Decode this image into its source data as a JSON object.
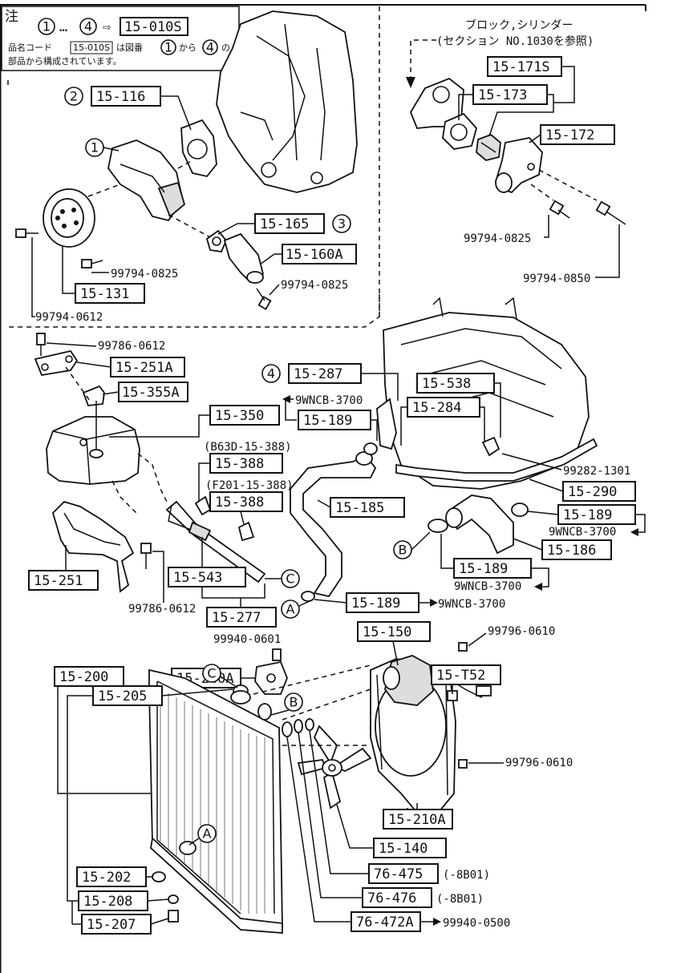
{
  "note": {
    "heading": "注",
    "range_start": "1",
    "range_end": "4",
    "range_sep": "…",
    "arrow": "⇨",
    "kit_code": "15-010S",
    "line2": "品名コード",
    "line2_code": "15-010S",
    "line2_tail_a": "は図番",
    "line2_tail_b": "から",
    "line2_tail_c": "の",
    "line3": "部品から構成されています。"
  },
  "block_ref": {
    "line1": "ブロック,シリンダー",
    "line2": "(セクション NO.1030を参照)"
  },
  "parts": {
    "p15_171S": "15-171S",
    "p15_173": "15-173",
    "p15_172": "15-172",
    "p15_116": "15-116",
    "p15_165": "15-165",
    "p15_160A": "15-160A",
    "p15_131": "15-131",
    "p15_251A": "15-251A",
    "p15_355A": "15-355A",
    "p15_350": "15-350",
    "p15_189a": "15-189",
    "p15_287": "15-287",
    "p15_538": "15-538",
    "p15_284": "15-284",
    "p15_290": "15-290",
    "p15_189b": "15-189",
    "p15_186": "15-186",
    "p15_189c": "15-189",
    "p15_189d": "15-189",
    "p15_185": "15-185",
    "p15_388a": "15-388",
    "p15_388b": "15-388",
    "p15_543": "15-543",
    "p15_277": "15-277",
    "p15_251": "15-251",
    "p15_150": "15-150",
    "p15_T52": "15-T52",
    "p15_240A": "15-240A",
    "p15_200": "15-200",
    "p15_205": "15-205",
    "p15_210A": "15-210A",
    "p15_140": "15-140",
    "p76_475": "76-475",
    "p76_476": "76-476",
    "p76_472A": "76-472A",
    "p15_202": "15-202",
    "p15_208": "15-208",
    "p15_207": "15-207"
  },
  "plain": {
    "b0825_a": "99794-0825",
    "b0825_b": "99794-0825",
    "b0612_a": "99794-0612",
    "b0825_c": "99794-0825",
    "b0850": "99794-0850",
    "b786_0612_a": "99786-0612",
    "b786_0612_b": "99786-0612",
    "clamp_3700_a": "9WNCB-3700",
    "clamp_3700_b": "9WNCB-3700",
    "clamp_3700_c": "9WNCB-3700",
    "clamp_3700_d": "9WNCB-3700",
    "b282_1301": "99282-1301",
    "ref_b63d": "(B63D-15-388)",
    "ref_f201": "(F201-15-388)",
    "b940_0601": "99940-0601",
    "b796_0610_a": "99796-0610",
    "b796_0610_b": "99796-0610",
    "b940_0500": "99940-0500",
    "suffix_8b01_a": "(-8B01)",
    "suffix_8b01_b": "(-8B01)"
  },
  "callouts": {
    "n1": "1",
    "n2": "2",
    "n3": "3",
    "n4": "4",
    "A": "A",
    "B": "B",
    "C": "C",
    "A2": "A",
    "B2": "B",
    "C2": "C"
  }
}
